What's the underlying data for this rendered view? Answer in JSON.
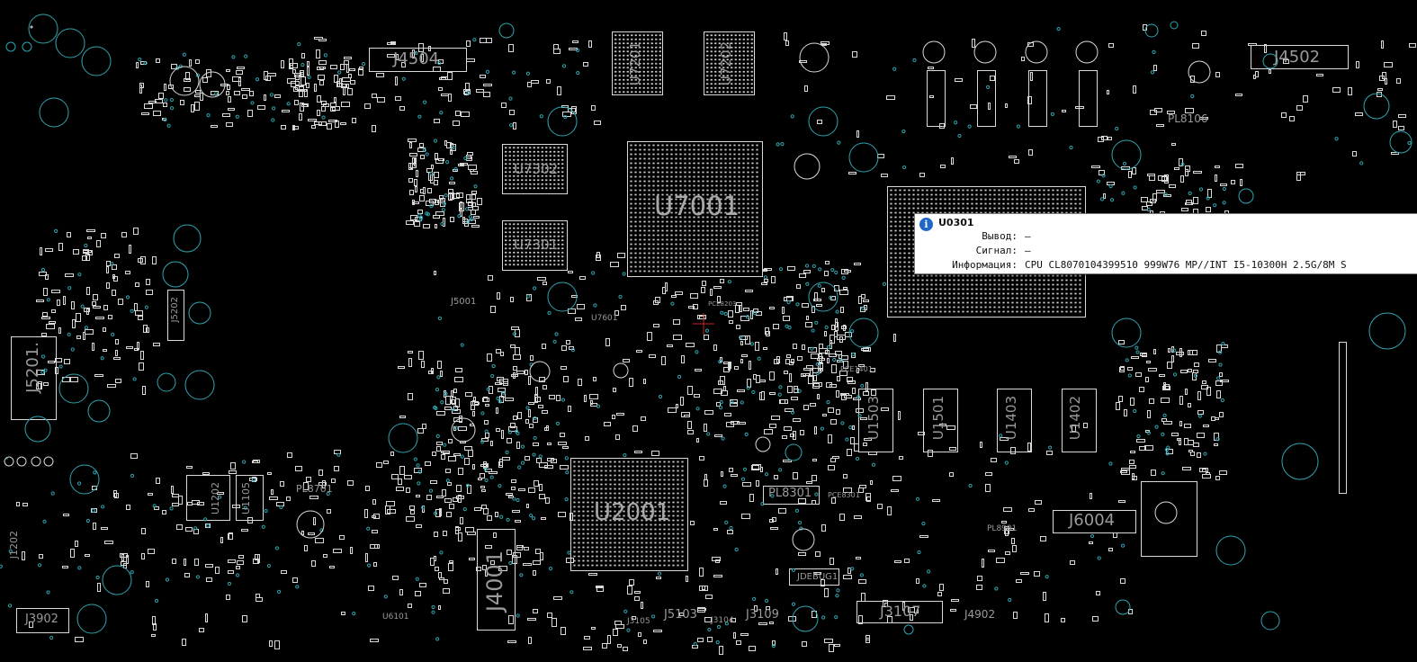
{
  "tooltip": {
    "ref": "U0301",
    "rows": [
      {
        "label": "Вывод:",
        "value": "—"
      },
      {
        "label": "Сигнал:",
        "value": "—"
      },
      {
        "label": "Информация:",
        "value": "CPU CL8070104399510 999W76 MP//INT I5-10300H 2.5G/8M S"
      }
    ]
  },
  "components": [
    {
      "ref": "J4504"
    },
    {
      "ref": "U7201"
    },
    {
      "ref": "U7202"
    },
    {
      "ref": "J4502"
    },
    {
      "ref": "PL8106"
    },
    {
      "ref": "U7302"
    },
    {
      "ref": "U7301"
    },
    {
      "ref": "U7001"
    },
    {
      "ref": "J5201."
    },
    {
      "ref": "J5202"
    },
    {
      "ref": "J5001"
    },
    {
      "ref": "U7601"
    },
    {
      "ref": "U1503"
    },
    {
      "ref": "U1501"
    },
    {
      "ref": "U1403"
    },
    {
      "ref": "U1402"
    },
    {
      "ref": "U1202"
    },
    {
      "ref": "U1105"
    },
    {
      "ref": "PL8701"
    },
    {
      "ref": "U2001"
    },
    {
      "ref": "J4001"
    },
    {
      "ref": "PL8301"
    },
    {
      "ref": "J6004"
    },
    {
      "ref": "JDEBUG1"
    },
    {
      "ref": "J3902"
    },
    {
      "ref": "U6101"
    },
    {
      "ref": "J3105"
    },
    {
      "ref": "J5103"
    },
    {
      "ref": "J3104"
    },
    {
      "ref": "J3109"
    },
    {
      "ref": "J3107"
    },
    {
      "ref": "J4902"
    },
    {
      "ref": "PL8901"
    },
    {
      "ref": "J1202"
    },
    {
      "ref": "PCE8203"
    },
    {
      "ref": "PCE1401"
    },
    {
      "ref": "PCE8301"
    }
  ]
}
